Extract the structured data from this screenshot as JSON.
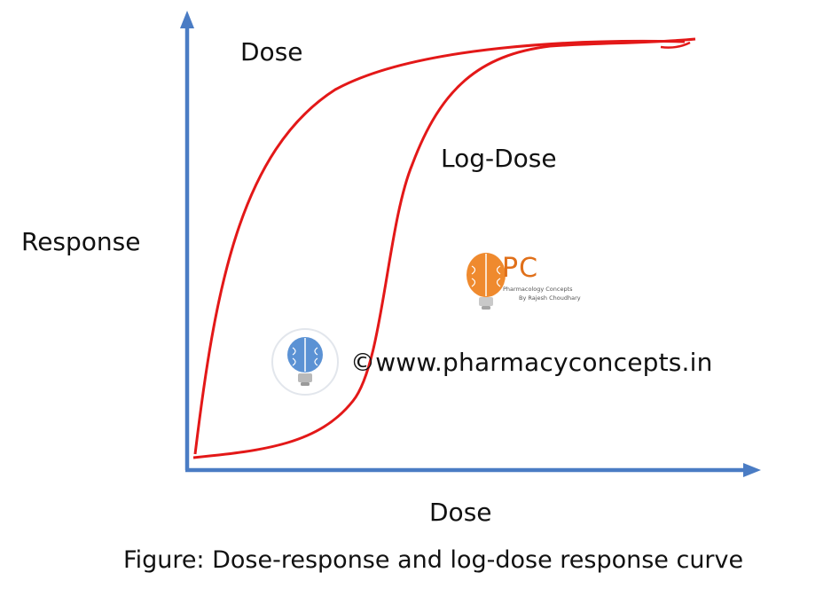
{
  "diagram": {
    "y_axis_label": "Response",
    "x_axis_label": "Dose",
    "curves": [
      {
        "name": "Dose",
        "shape": "hyperbolic",
        "color": "#e31818"
      },
      {
        "name": "Log-Dose",
        "shape": "sigmoid",
        "color": "#e31818"
      }
    ],
    "axis_color": "#4a7cc4",
    "caption": "Figure: Dose-response and log-dose response curve"
  },
  "watermark": {
    "text": "©www.pharmacyconcepts.in",
    "icon": "brain-bulb-icon",
    "icon_color": "#5b92d4"
  },
  "logo": {
    "mark": "PC",
    "subtitle": "Pharmacology Concepts",
    "byline": "By Rajesh Choudhary",
    "icon": "brain-bulb-icon",
    "color": "#e0701a"
  }
}
